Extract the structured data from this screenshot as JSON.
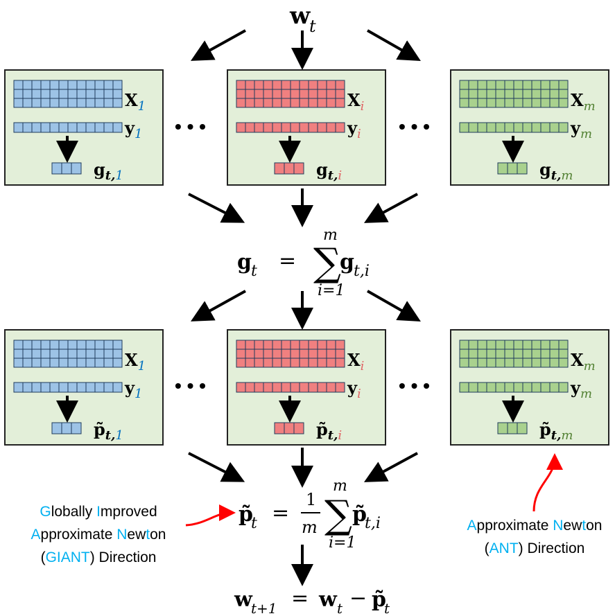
{
  "colors": {
    "box_fill": "#e3efd9",
    "blue": "#9dc3e6",
    "blue_text": "#0070c0",
    "red": "#f08080",
    "red_text": "#e06666",
    "green": "#a9d18e",
    "green_text": "#548235",
    "accent_cyan": "#00b0f0",
    "annotation_arrow": "#ff0000"
  },
  "top": {
    "w_t": "w",
    "w_t_sub": "t"
  },
  "dots": "• • •",
  "round1": {
    "workers": [
      {
        "id": "1",
        "X": "X",
        "y": "y",
        "out": "g",
        "out_sub": "t,",
        "idx": "1"
      },
      {
        "id": "i",
        "X": "X",
        "y": "y",
        "out": "g",
        "out_sub": "t,",
        "idx": "i"
      },
      {
        "id": "m",
        "X": "X",
        "y": "y",
        "out": "g",
        "out_sub": "t,",
        "idx": "m"
      }
    ],
    "equation": {
      "lhs": "g",
      "lhs_sub": "t",
      "eq": "=",
      "sum_top": "m",
      "sum_sym": "∑",
      "sum_bottom": "i=1",
      "term": "g",
      "term_sub": "t,i"
    }
  },
  "round2": {
    "workers": [
      {
        "id": "1",
        "X": "X",
        "y": "y",
        "out": "p̃",
        "out_sub": "t,",
        "idx": "1"
      },
      {
        "id": "i",
        "X": "X",
        "y": "y",
        "out": "p̃",
        "out_sub": "t,",
        "idx": "i"
      },
      {
        "id": "m",
        "X": "X",
        "y": "y",
        "out": "p̃",
        "out_sub": "t,",
        "idx": "m"
      }
    ],
    "equation": {
      "lhs": "p̃",
      "lhs_sub": "t",
      "eq": "=",
      "frac_num": "1",
      "frac_den": "m",
      "sum_top": "m",
      "sum_sym": "∑",
      "sum_bottom": "i=1",
      "term": "p̃",
      "term_sub": "t,i"
    }
  },
  "final": {
    "lhs": "w",
    "lhs_sub": "t+1",
    "eq": "=",
    "rhs_w": "w",
    "rhs_w_sub": "t",
    "minus": "−",
    "rhs_p": "p̃",
    "rhs_p_sub": "t"
  },
  "annotations": {
    "giant": {
      "line1": [
        [
          "G",
          true
        ],
        [
          "lobally ",
          false
        ],
        [
          "I",
          true
        ],
        [
          "mproved",
          false
        ]
      ],
      "line2": [
        [
          "A",
          true
        ],
        [
          "pproximate ",
          false
        ],
        [
          "N",
          true
        ],
        [
          "ew",
          false
        ],
        [
          "t",
          true
        ],
        [
          "on",
          false
        ]
      ],
      "line3": [
        [
          "(",
          false
        ],
        [
          "GIANT",
          true
        ],
        [
          ") Direction",
          false
        ]
      ]
    },
    "ant": {
      "line1": [
        [
          "A",
          true
        ],
        [
          "pproximate ",
          false
        ],
        [
          "N",
          true
        ],
        [
          "ew",
          false
        ],
        [
          "t",
          true
        ],
        [
          "on",
          false
        ]
      ],
      "line2": [
        [
          "(",
          false
        ],
        [
          "ANT",
          true
        ],
        [
          ") Direction",
          false
        ]
      ]
    }
  }
}
